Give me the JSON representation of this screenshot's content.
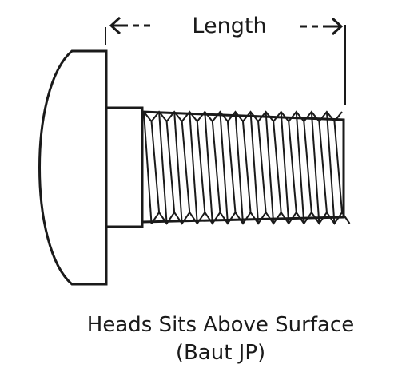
{
  "diagram": {
    "dimension_label": "Length",
    "caption_line1": "Heads Sits Above Surface",
    "caption_line2": "(Baut JP)",
    "stroke_color": "#1a1a1a",
    "background_color": "#ffffff"
  }
}
